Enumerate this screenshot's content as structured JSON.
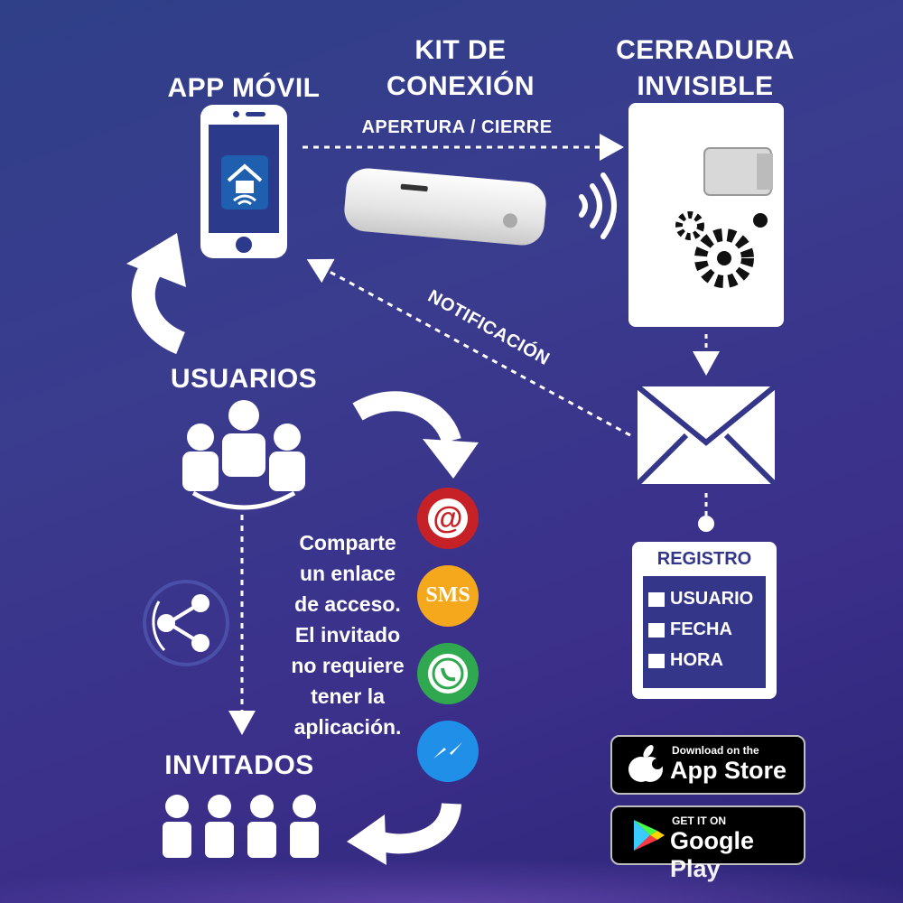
{
  "nodes": {
    "app": "APP MÓVIL",
    "kit_line1": "KIT DE",
    "kit_line2": "CONEXIÓN",
    "lock_line1": "CERRADURA",
    "lock_line2": "INVISIBLE",
    "users": "USUARIOS",
    "guests": "INVITADOS"
  },
  "edges": {
    "open_close": "APERTURA / CIERRE",
    "notification": "NOTIFICACIÓN"
  },
  "share_text": [
    "Comparte",
    "un enlace",
    "de acceso.",
    "El invitado",
    "no requiere",
    "tener la",
    "aplicación."
  ],
  "channels": {
    "email_symbol": "@",
    "sms": "SMS"
  },
  "registro": {
    "title": "REGISTRO",
    "fields": [
      "USUARIO",
      "FECHA",
      "HORA"
    ]
  },
  "stores": {
    "apple_small": "Download on the",
    "apple_big": "App Store",
    "google_small": "GET IT ON",
    "google_big": "Google Play"
  },
  "colors": {
    "email_badge": "#c62127",
    "sms_badge": "#f5a81c",
    "whatsapp_badge": "#2fa84f",
    "messenger_badge": "#1f8fe8",
    "registro_fill": "#34368a"
  }
}
